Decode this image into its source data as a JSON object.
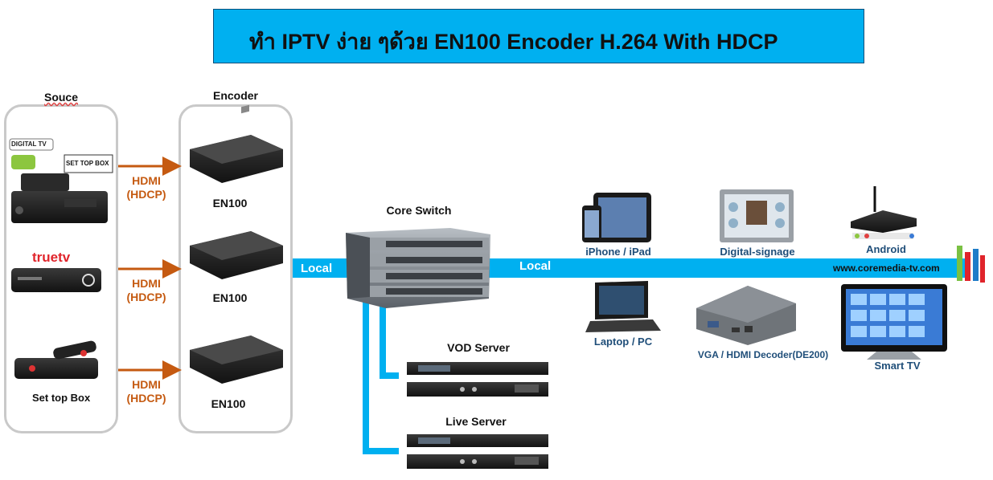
{
  "title": "ทำ IPTV ง่าย ๆด้วย EN100 Encoder H.264 With HDCP",
  "sections": {
    "source": "Souce",
    "encoder": "Encoder"
  },
  "source_logos": {
    "digital_tv": "DIGITAL TV",
    "set_top_box": "SET TOP BOX",
    "true_tv": "truetv"
  },
  "links": [
    {
      "line1": "HDMI",
      "line2": "(HDCP)"
    },
    {
      "line1": "HDMI",
      "line2": "(HDCP)"
    },
    {
      "line1": "HDMI",
      "line2": "(HDCP)"
    }
  ],
  "encoders": [
    "EN100",
    "EN100",
    "EN100"
  ],
  "set_top_box_label": "Set top Box",
  "core_switch": "Core Switch",
  "local_left": "Local",
  "local_right": "Local",
  "vod_server": "VOD Server",
  "live_server": "Live Server",
  "devices": {
    "iphone_ipad": "iPhone / iPad",
    "digital_signage": "Digital-signage",
    "android": "Android",
    "laptop": "Laptop / PC",
    "decoder": "VGA / HDMI Decoder(DE200)",
    "smart_tv": "Smart TV"
  },
  "website": "www.coremedia-tv.com",
  "colors": {
    "title_bg": "#00b0f0",
    "network": "#00b0f0",
    "arrow": "#c55a11",
    "device_label": "#1f4e79",
    "box_border": "#c9c9c9"
  }
}
